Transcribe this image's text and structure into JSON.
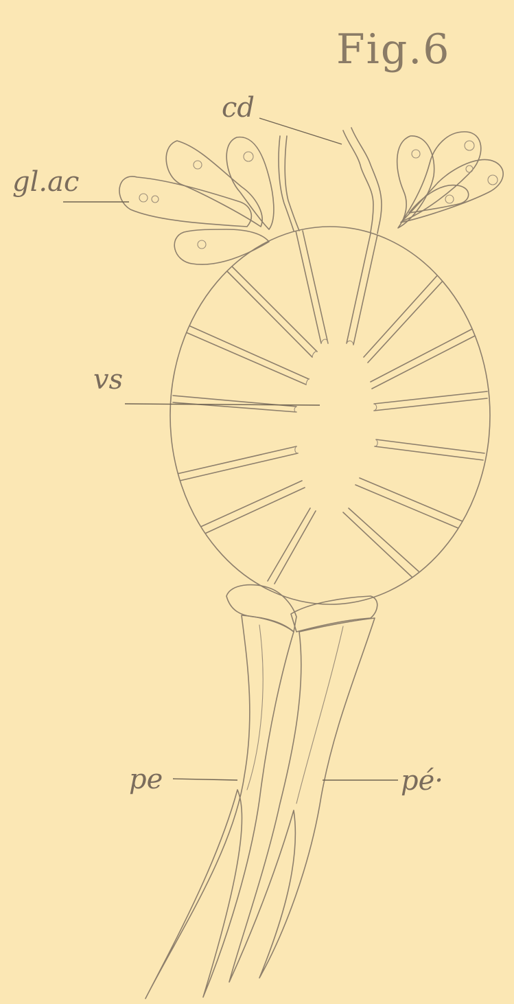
{
  "figure": {
    "title": "Fig.6"
  },
  "labels": {
    "cd": "cd",
    "gl_ac": "gl.ac",
    "vs": "vs",
    "pe_left": "pe",
    "pe_right": "pé·"
  },
  "colors": {
    "paper": "#fbe7b4",
    "ink": "#8d7f6c"
  }
}
